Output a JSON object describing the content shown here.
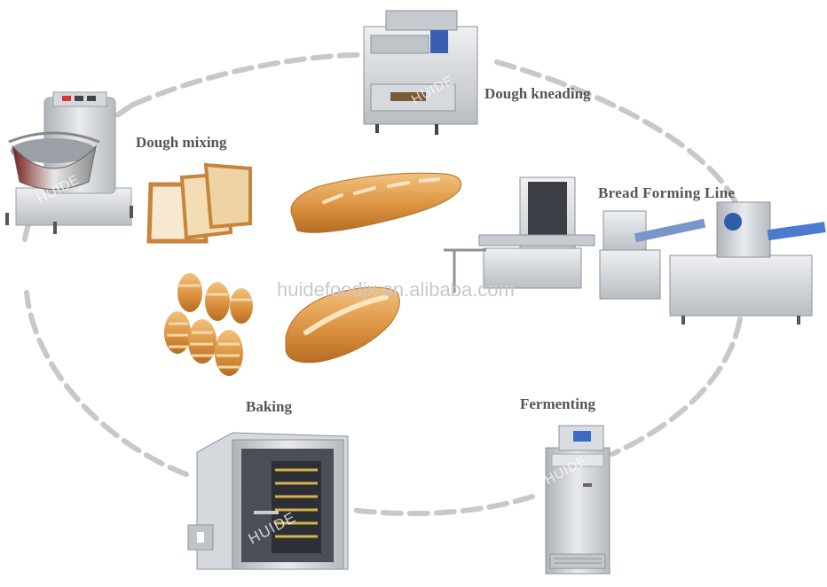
{
  "labels": {
    "mixing": "Dough mixing",
    "kneading": "Dough kneading",
    "forming": "Bread Forming Line",
    "fermenting": "Fermenting",
    "baking": "Baking"
  },
  "watermark": "huidefoodjx.en.alibaba.com",
  "machine_mark": "HUIDE",
  "colors": {
    "dash": "#c8c8c8",
    "label": "#555555",
    "steel": "#cfd3d7",
    "bread": "#d99a4e"
  }
}
